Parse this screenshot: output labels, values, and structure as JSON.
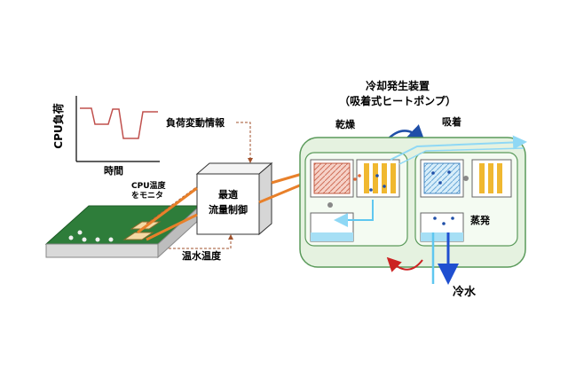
{
  "labels": {
    "cpu_load": "CPU負荷",
    "time": "時間",
    "load_info": "負荷変動情報",
    "cpu_temp_1": "CPU温度",
    "cpu_temp_2": "をモニタ",
    "controller_1": "最適",
    "controller_2": "流量制御",
    "hot_water_temp": "温水温度",
    "device_title_1": "冷却発生装置",
    "device_title_2": "（吸着式ヒートポンプ）",
    "drying": "乾燥",
    "adsorption": "吸着",
    "evaporation": "蒸発",
    "cold_water": "冷水"
  },
  "colors": {
    "load_line": "#c0504d",
    "pipe_hot": "#e8802a",
    "pipe_cold": "#1f4fd0",
    "pipe_light": "#5fc7f0",
    "device_fill": "#e5f2e0",
    "device_stroke": "#5a9a5a",
    "board": "#2e7d3a",
    "arrow_blue": "#1f4fa8",
    "arrow_red": "#cc2222"
  },
  "icons": [
    "cycle-arrow-icon",
    "cooling-arrow-icon"
  ]
}
